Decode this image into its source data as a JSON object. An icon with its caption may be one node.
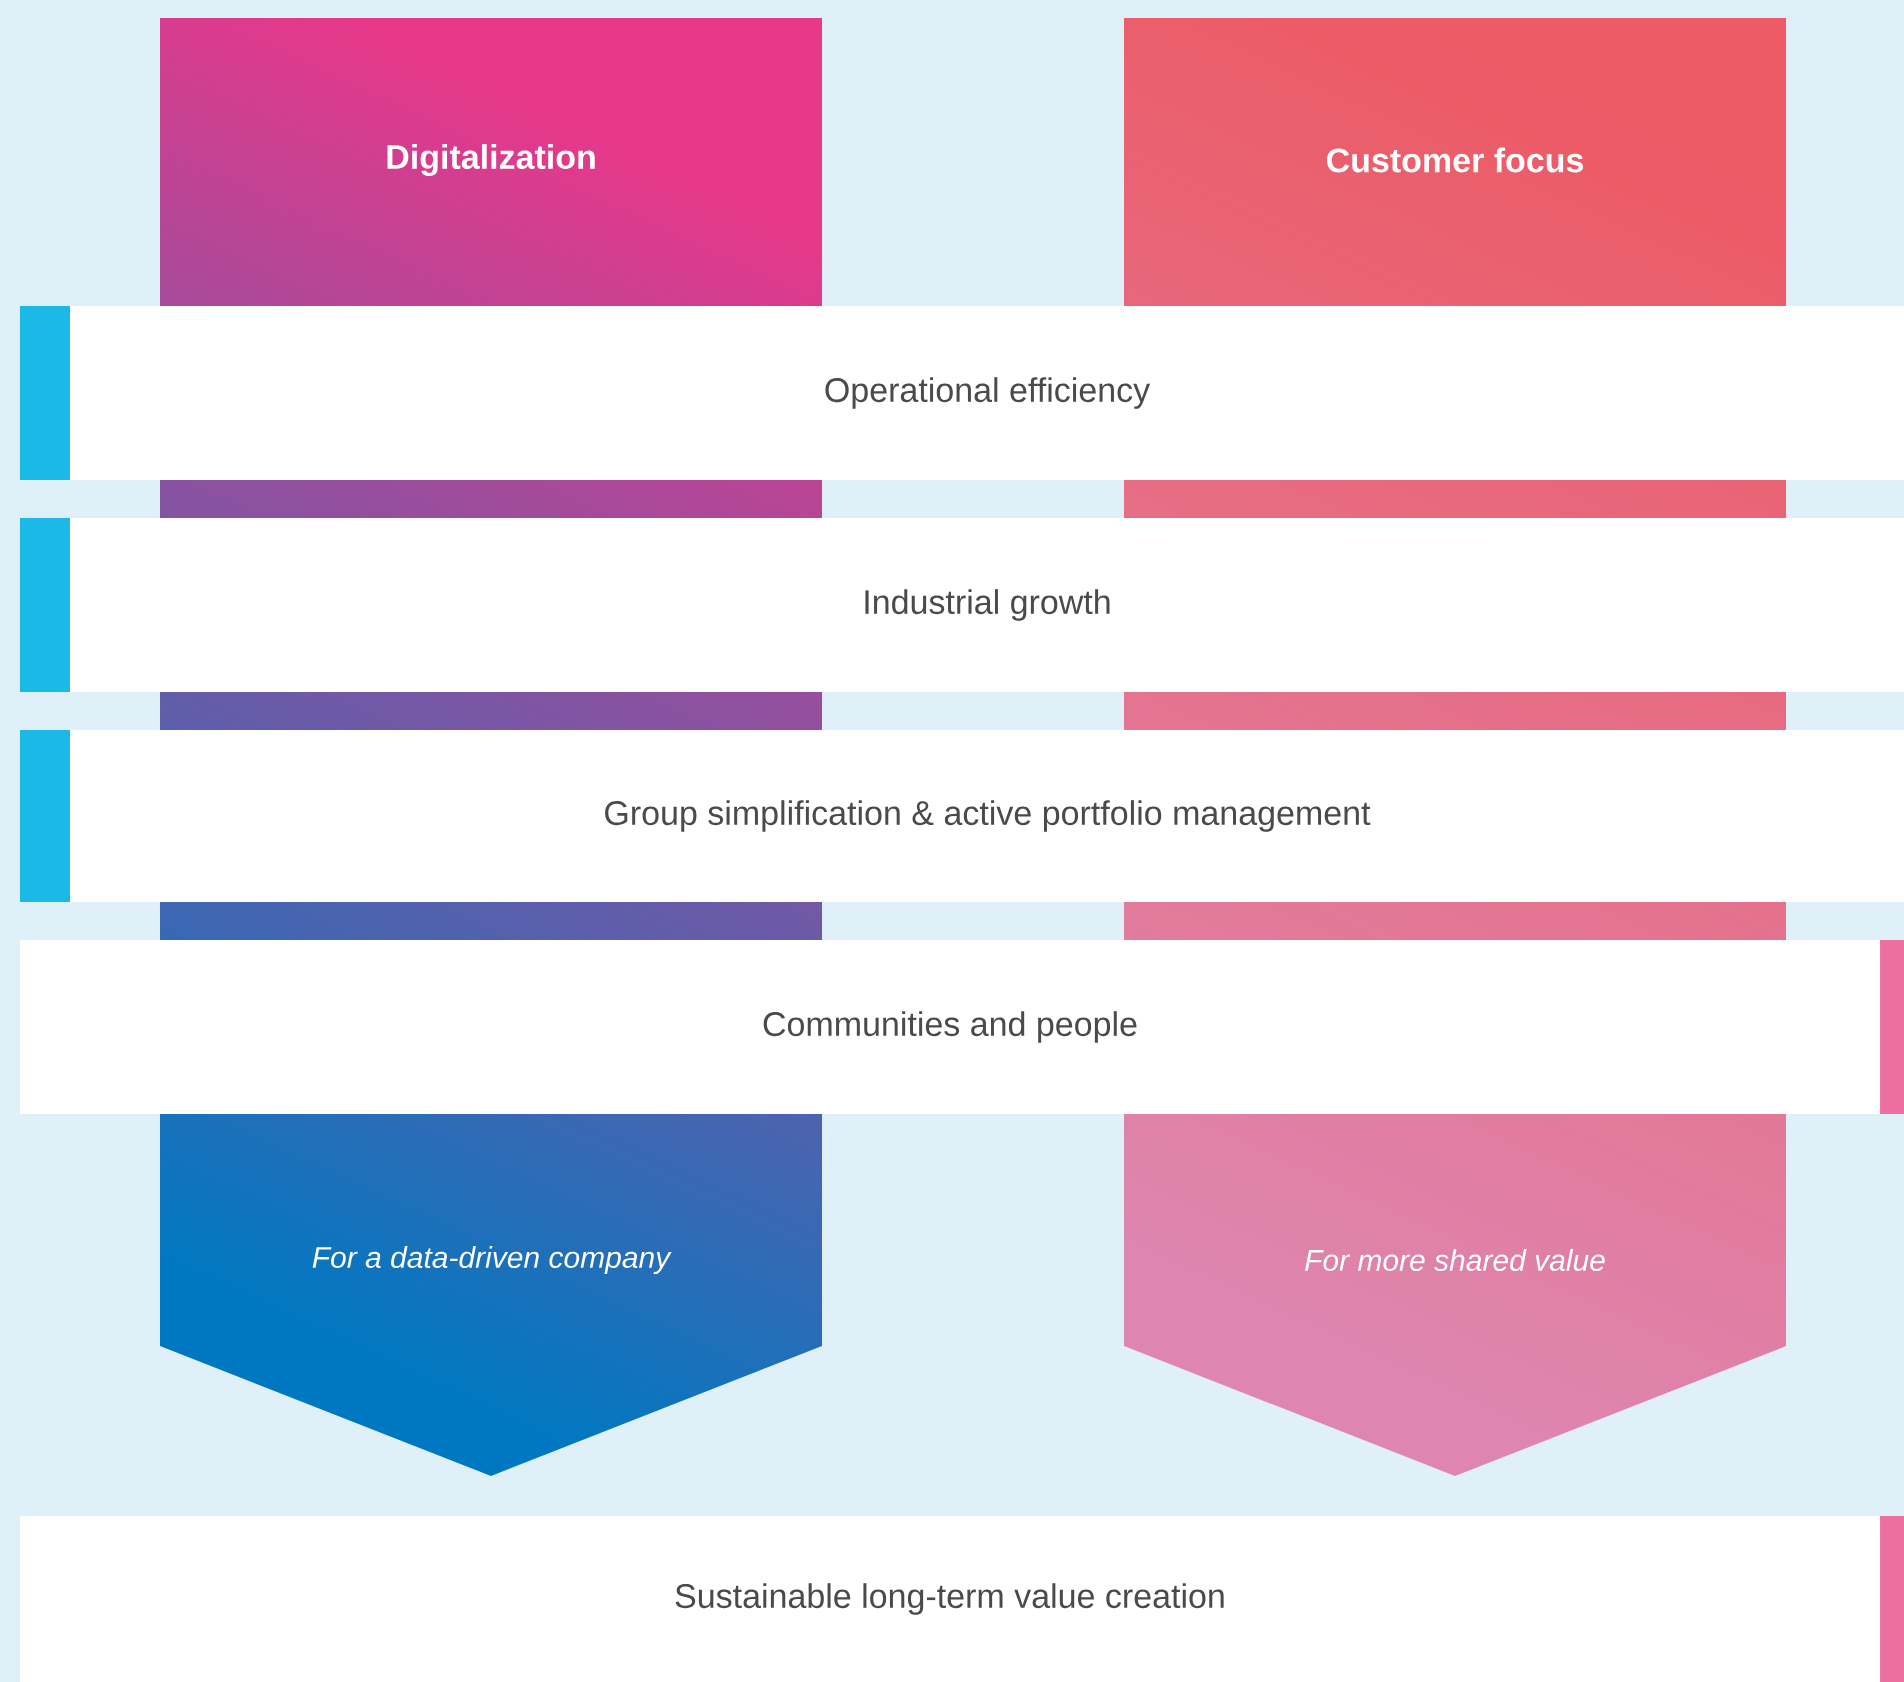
{
  "diagram": {
    "nodes": [
      {
        "text": [
          "Digitalization",
          "For a data-driven company"
        ]
      },
      {
        "text": [
          "Customer focus",
          "For more shared value"
        ]
      },
      {
        "text": [
          "Operational efficiency"
        ]
      },
      {
        "text": [
          "Industrial growth"
        ]
      },
      {
        "text": [
          "Group simplification & active portfolio management"
        ]
      },
      {
        "text": [
          "Communities and people"
        ]
      },
      {
        "text": [
          "Sustainable long-term value creation"
        ]
      }
    ]
  }
}
